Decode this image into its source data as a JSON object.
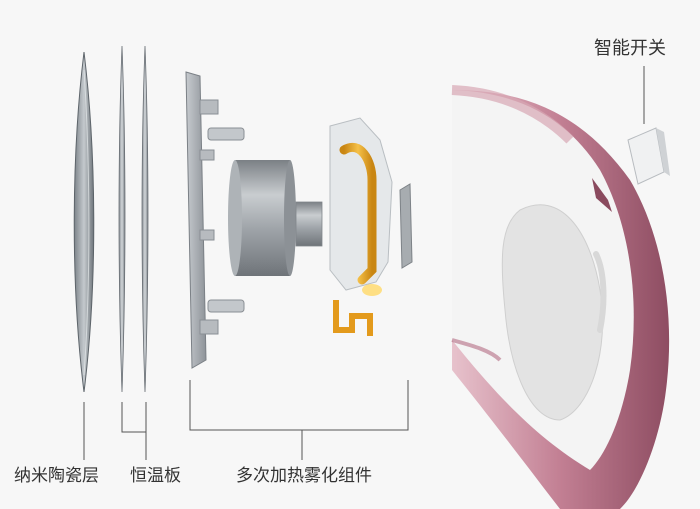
{
  "labels": {
    "nano_ceramic_layer": "纳米陶瓷层",
    "thermostat_plate": "恒温板",
    "multi_heating_atomizer": "多次加热雾化组件",
    "smart_switch": "智能开关"
  },
  "colors": {
    "background": "#f7f7f7",
    "leader_line": "#555555",
    "accent_pink": "#c98a9c",
    "handle_white": "#f4f4f4",
    "heating_coil_gold": "#e0a020",
    "metal_gray": "#9aa0a6"
  }
}
